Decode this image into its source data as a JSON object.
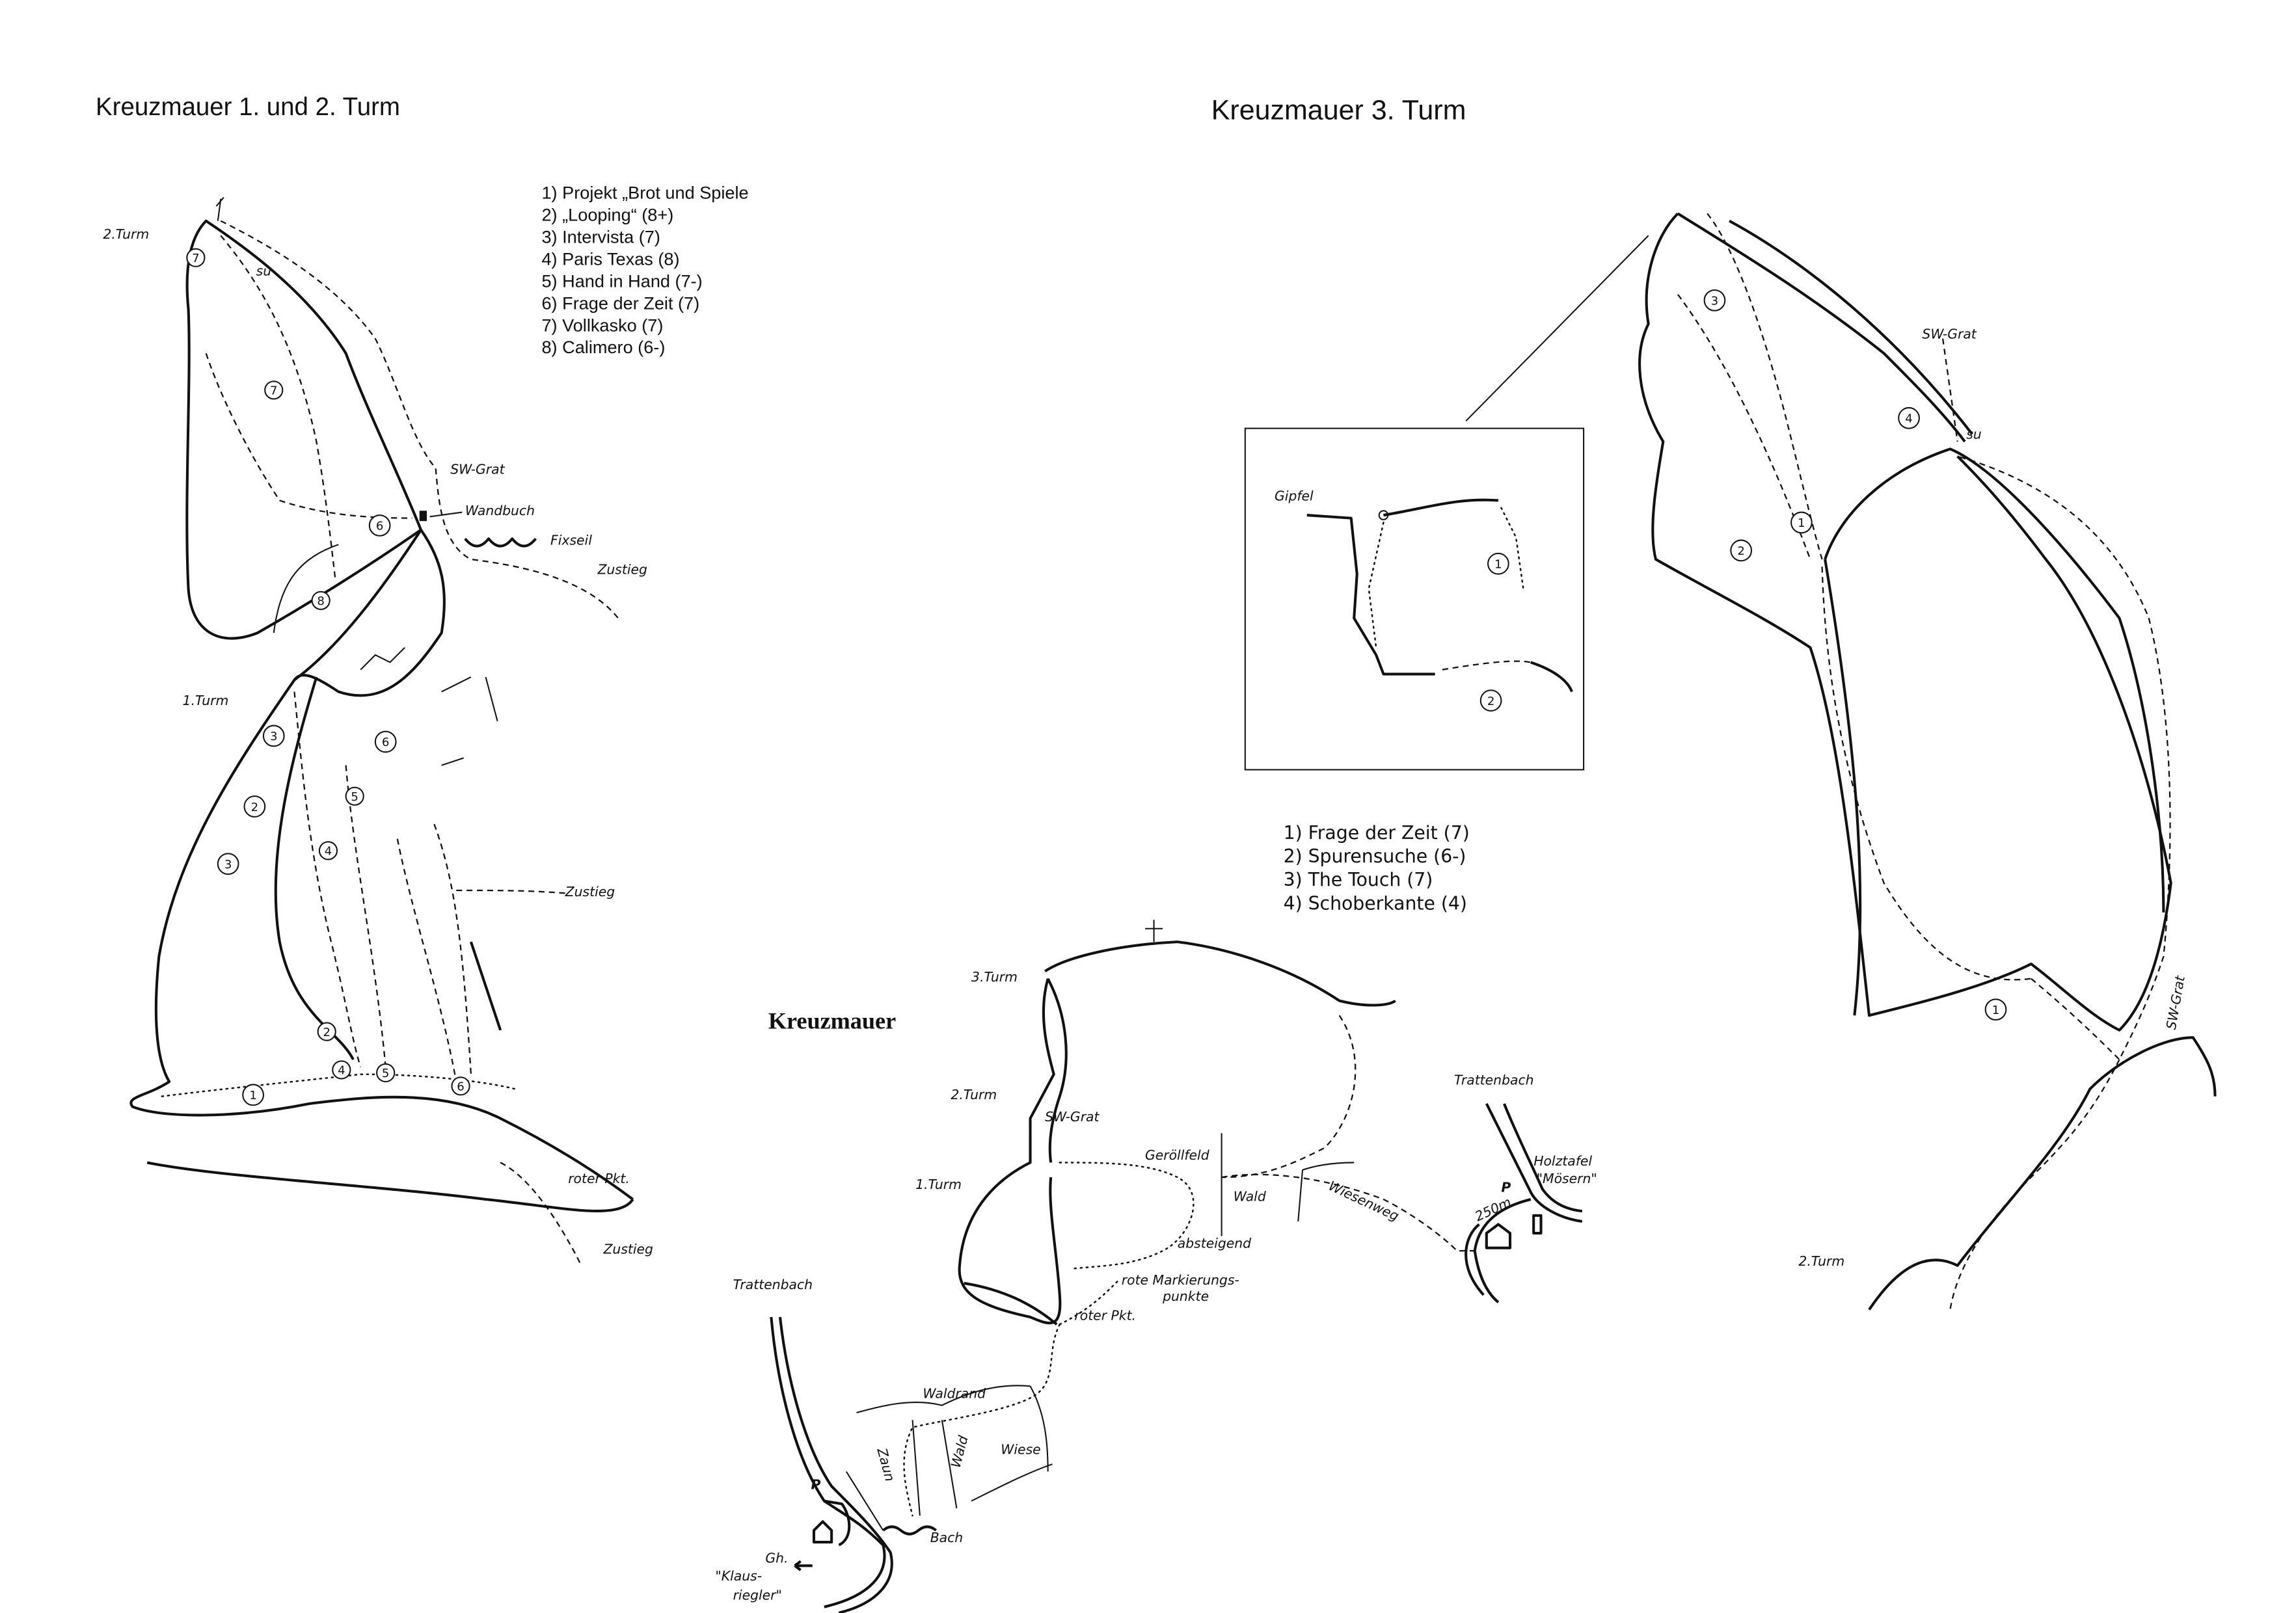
{
  "topo_12": {
    "title": "Kreuzmauer 1. und 2. Turm",
    "legend": [
      "1) Projekt „Brot und Spiele",
      "2) „Looping“  (8+)",
      "3) Intervista (7)",
      "4) Paris Texas (8)",
      "5) Hand in Hand (7-)",
      "6) Frage der Zeit (7)",
      "7) Vollkasko (7)",
      "8) Calimero (6-)"
    ],
    "labels": {
      "turm2": "2.Turm",
      "turm1": "1.Turm",
      "sw_grat": "SW-Grat",
      "wandbuch": "Wandbuch",
      "fixseil": "Fixseil",
      "zustieg_1": "Zustieg",
      "zustieg_2": "Zustieg",
      "zustieg_3": "Zustieg",
      "roter_pkt": "roter Pkt.",
      "su": "su"
    },
    "markers": [
      "1",
      "2",
      "3",
      "4",
      "5",
      "6",
      "7",
      "8"
    ]
  },
  "topo_3": {
    "title": "Kreuzmauer 3. Turm",
    "legend": [
      "1) Frage der Zeit (7)",
      "2) Spurensuche (6-)",
      "3) The Touch (7)",
      "4) Schoberkante (4)"
    ],
    "labels": {
      "sw_grat": "SW-Grat",
      "sw_grat_side": "SW-Grat",
      "turm2": "2.Turm",
      "gipfel": "Gipfel",
      "su": "su"
    },
    "markers": [
      "1",
      "2",
      "3",
      "4"
    ]
  },
  "approach_map": {
    "title": "Kreuzmauer",
    "labels": {
      "turm3": "3.Turm",
      "turm2": "2.Turm",
      "turm1": "1.Turm",
      "sw_grat": "SW-Grat",
      "geroellfeld": "Geröllfeld",
      "wald_1": "Wald",
      "absteigend": "absteigend",
      "wiesenweg": "Wiesenweg",
      "rote_markierung_1": "rote Markierungs-",
      "rote_markierung_2": "punkte",
      "roter_pkt": "roter Pkt.",
      "trattenbach_1": "Trattenbach",
      "trattenbach_2": "Trattenbach",
      "waldrand": "Waldrand",
      "zaun": "Zaun",
      "wald_2": "Wald",
      "wiese": "Wiese",
      "bach": "Bach",
      "parking_1": "P",
      "parking_2": "P",
      "gh": "Gh.",
      "klaus": "\"Klaus-",
      "riegler": "riegler\"",
      "holztafel": "Holztafel",
      "moesern": "\"Mösern\"",
      "distance": "250m"
    }
  }
}
